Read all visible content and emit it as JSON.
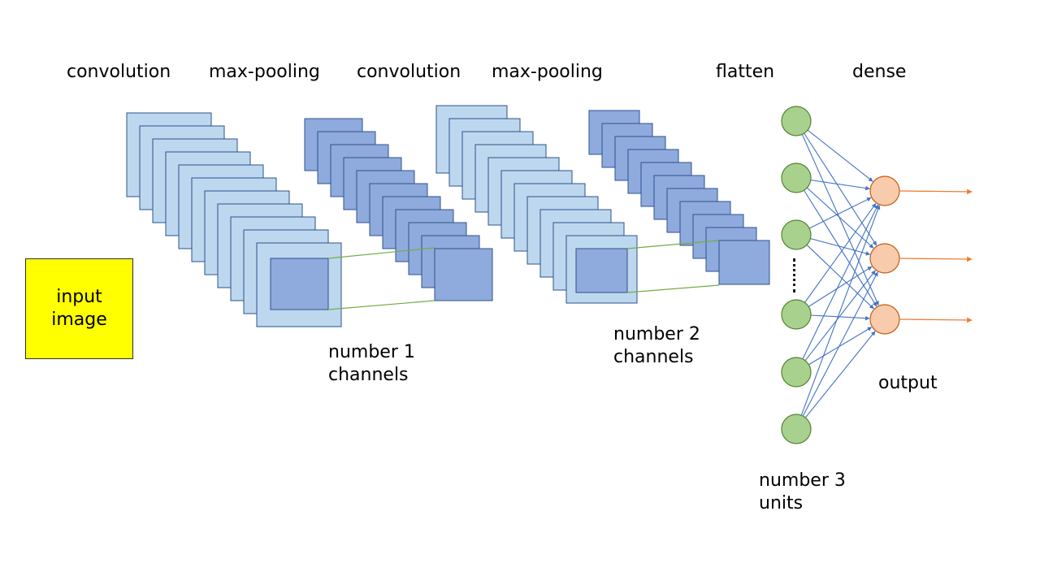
{
  "stage_labels": {
    "conv1": "convolution",
    "pool1": "max-pooling",
    "conv2": "convolution",
    "pool2": "max-pooling",
    "flatten": "flatten",
    "dense": "dense"
  },
  "input": {
    "line1": "input",
    "line2": "image",
    "fill_color": "#ffff00"
  },
  "annotations": {
    "channels1_line1": "number 1",
    "channels1_line2": "channels",
    "channels2_line1": "number 2",
    "channels2_line2": "channels",
    "units_line1": "number 3",
    "units_line2": "units",
    "output": "output"
  },
  "colors": {
    "light_map": "#bdd7ee",
    "dark_map": "#8faadc",
    "map_border": "#2f528f",
    "connector": "#70ad47",
    "neuron_green": "#a9d18e",
    "neuron_orange": "#f8cbad",
    "edge_blue": "#4472c4",
    "arrow_orange": "#ed7d31"
  },
  "network": {
    "flatten_units_visible": 6,
    "dense_units": 3
  }
}
